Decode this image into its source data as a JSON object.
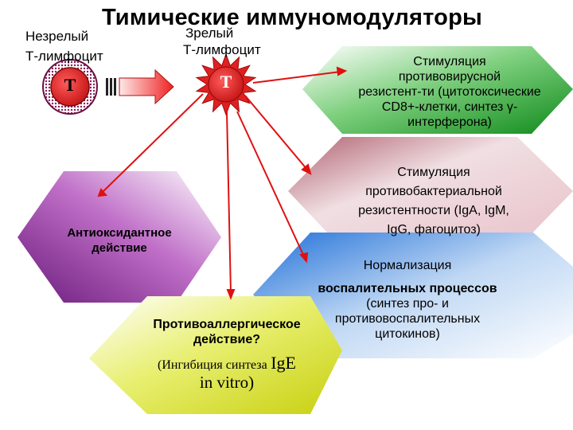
{
  "slide": {
    "title": "Тимические иммуномодуляторы",
    "immature": {
      "line1": "Незрелый",
      "line2": "Т-лимфоцит",
      "cell_letter": "T"
    },
    "mature": {
      "line1": "Зрелый",
      "line2": "Т-лимфоцит",
      "cell_letter": "T"
    },
    "hexagons": {
      "antiviral": {
        "lines": [
          "Стимуляция",
          "противовирусной",
          "резистент-ти (цитотоксические",
          "CD8+-клетки, синтез γ-",
          "интерферона)"
        ]
      },
      "antibacterial": {
        "lines": [
          "Стимуляция",
          "противобактериальной",
          "резистентности (IgA, IgM,",
          "IgG, фагоцитоз)"
        ]
      },
      "antioxidant": {
        "lines": [
          "Антиоксидантное",
          "действие"
        ]
      },
      "inflammation": {
        "lines": [
          "Нормализация",
          "воспалительных процессов",
          "(синтез про- и",
          "противовоспалительных",
          "цитокинов)"
        ]
      },
      "antiallergic": {
        "line1": "Противоаллергическое",
        "line2": "действие?",
        "line3": "(Ингибиция синтеза",
        "line3_big": "IgE",
        "line4": "in vitro)"
      }
    },
    "colors": {
      "arrow": "#e01010",
      "cell": "#cc1111",
      "hex_green": "#1aa01a",
      "hex_pink": "#d8a0a8",
      "hex_purple": "#7a2a8a",
      "hex_blue": "#1a6ad0",
      "hex_yellow": "#d8e020"
    },
    "icons": [
      "immature-cell-icon",
      "mature-cell-icon",
      "transition-arrow-icon"
    ]
  }
}
